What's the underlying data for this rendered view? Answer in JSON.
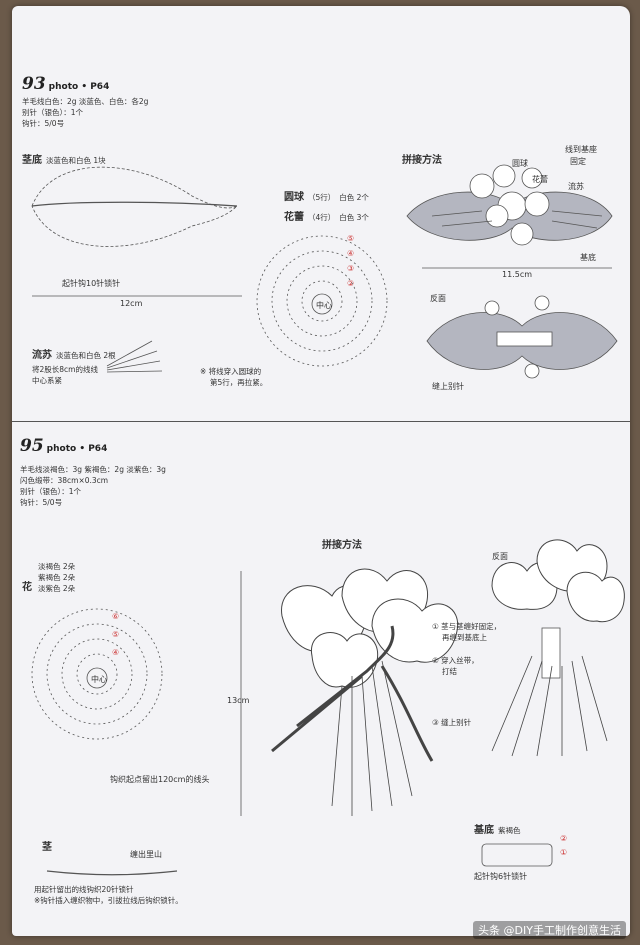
{
  "p93": {
    "number": "93",
    "photo": "photo • P64",
    "info": [
      "羊毛线白色：2g 淡蓝色、白色：各2g",
      "别针（银色）：1个",
      "钩针：5/0号"
    ],
    "leaf_title": "茎底",
    "leaf_note": "淡蓝色和白色 1块",
    "leaf_start": "起针钩10针锁针",
    "leaf_width": "12cm",
    "tassel_title": "流苏",
    "tassel_note": "淡蓝色和白色 2根",
    "tassel_desc": [
      "将2股长8cm的线线",
      "中心系紧"
    ],
    "ball_title": "圆球",
    "ball_rows": "（5行）",
    "ball_colors": "白色 2个",
    "bud_title": "花蕾",
    "bud_rows": "（4行）",
    "bud_colors": "白色 3个",
    "center": "中心",
    "row_marks": [
      "⑤",
      "④",
      "③",
      "②"
    ],
    "thread_note": [
      "※ 将线穿入圆球的",
      "第5行，再拉紧。"
    ],
    "assembly_title": "拼接方法",
    "assembly_labels": [
      "圆球",
      "花蕾",
      "线到基座",
      "固定",
      "流苏",
      "基底"
    ],
    "assembly_width": "11.5cm",
    "back_title": "反面",
    "pin_label": "缝上别针"
  },
  "p95": {
    "number": "95",
    "photo": "photo • P64",
    "info": [
      "羊毛线淡褐色：3g 紫褐色：2g 淡紫色：3g",
      "闪色缎带：38cm×0.3cm",
      "别针（银色）：1个",
      "钩针：5/0号"
    ],
    "flower_title": "花",
    "flower_colors": [
      "淡褐色 2朵",
      "紫褐色 2朵",
      "淡紫色 2朵"
    ],
    "center": "中心",
    "flower_note": "钩织起点留出120cm的线头",
    "row_marks": [
      "⑥",
      "⑤",
      "④"
    ],
    "assembly_title": "拼接方法",
    "height": "13cm",
    "back_title": "反面",
    "steps": [
      "① 茎与茎缠好固定，",
      "再缠到基底上",
      "② 穿入丝带，",
      "打结",
      "③ 缝上别针"
    ],
    "stem_title": "茎",
    "stem_note": "缠出里山",
    "stem_desc": [
      "用起针留出的线钩织20针锁针",
      "※钩针插入缠织物中，引拔拉线后钩织锁针。"
    ],
    "base_title": "基底",
    "base_color": "紫褐色",
    "base_start": "起针钩6针锁针",
    "base_rows": [
      "②",
      "①"
    ]
  },
  "watermark": "头条 @DIY手工制作创意生活"
}
